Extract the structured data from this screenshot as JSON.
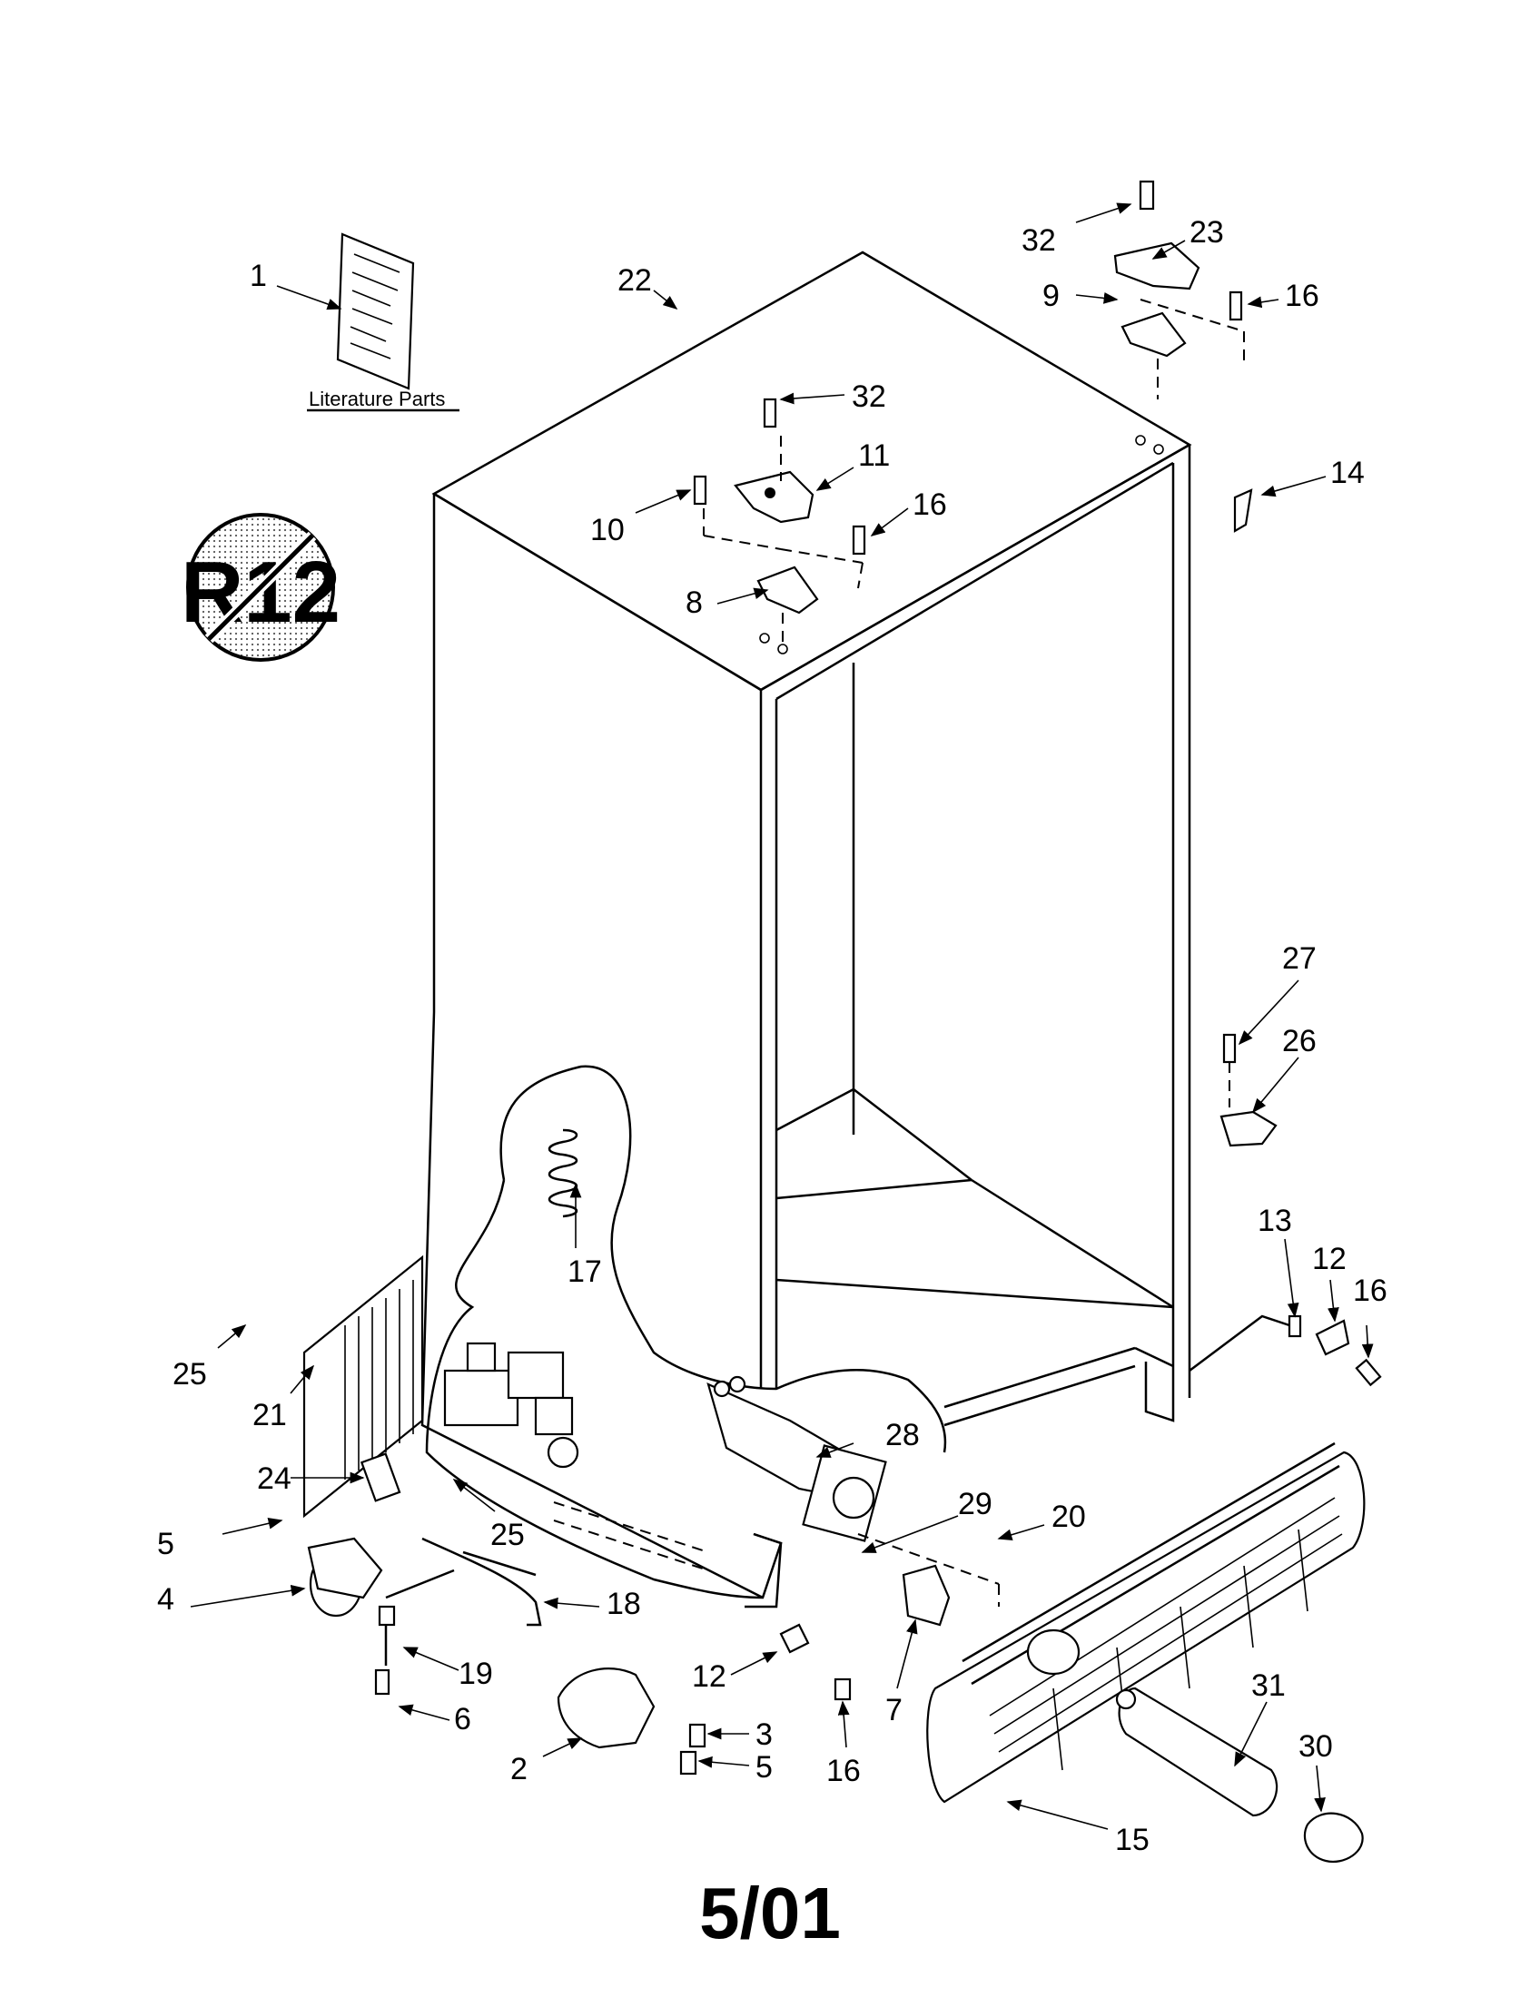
{
  "literature_label": "Literature Parts",
  "symbol_text": "R12",
  "date_code": "5/01",
  "callouts": {
    "c1": "1",
    "c22": "22",
    "c32a": "32",
    "c23": "23",
    "c16a": "16",
    "c9": "9",
    "c32b": "32",
    "c11": "11",
    "c10": "10",
    "c16b": "16",
    "c14": "14",
    "c8": "8",
    "c27": "27",
    "c26": "26",
    "c17": "17",
    "c13": "13",
    "c12a": "12",
    "c16c": "16",
    "c25a": "25",
    "c21": "21",
    "c28": "28",
    "c24": "24",
    "c25b": "25",
    "c29": "29",
    "c20": "20",
    "c5a": "5",
    "c4": "4",
    "c18": "18",
    "c19": "19",
    "c6": "6",
    "c12b": "12",
    "c16d": "16",
    "c7": "7",
    "c3": "3",
    "c2": "2",
    "c5b": "5",
    "c31": "31",
    "c30": "30",
    "c15": "15"
  }
}
